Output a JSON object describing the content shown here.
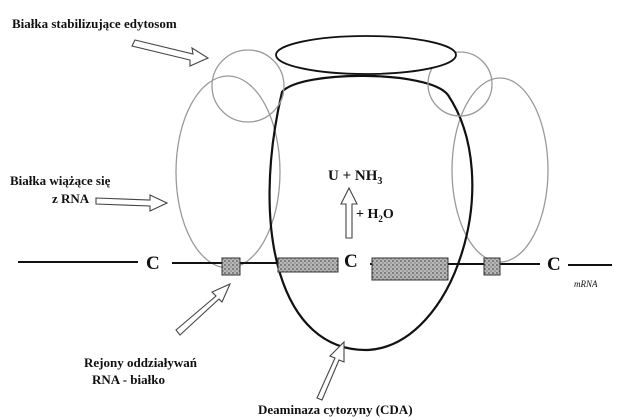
{
  "labels": {
    "edytosom_proteins": "Białka stabilizujące edytosom",
    "rna_binding_line1": "Białka wiążące się",
    "rna_binding_line2": "z RNA",
    "c_left": "C",
    "c_middle": "C",
    "c_right": "C",
    "mrna": "mRNA",
    "product_u": "U + NH",
    "product_sub": "3",
    "water_plus": "+ H",
    "water_sub": "2",
    "water_o": "O",
    "interaction_line1": "Rejony oddziaływań",
    "interaction_line2": "RNA - białko",
    "cda": "Deaminaza cytozyny (CDA)"
  },
  "colors": {
    "ink": "#111111",
    "faint_outline": "#9a9a9a",
    "hatched_box": "#9a9a9a"
  }
}
